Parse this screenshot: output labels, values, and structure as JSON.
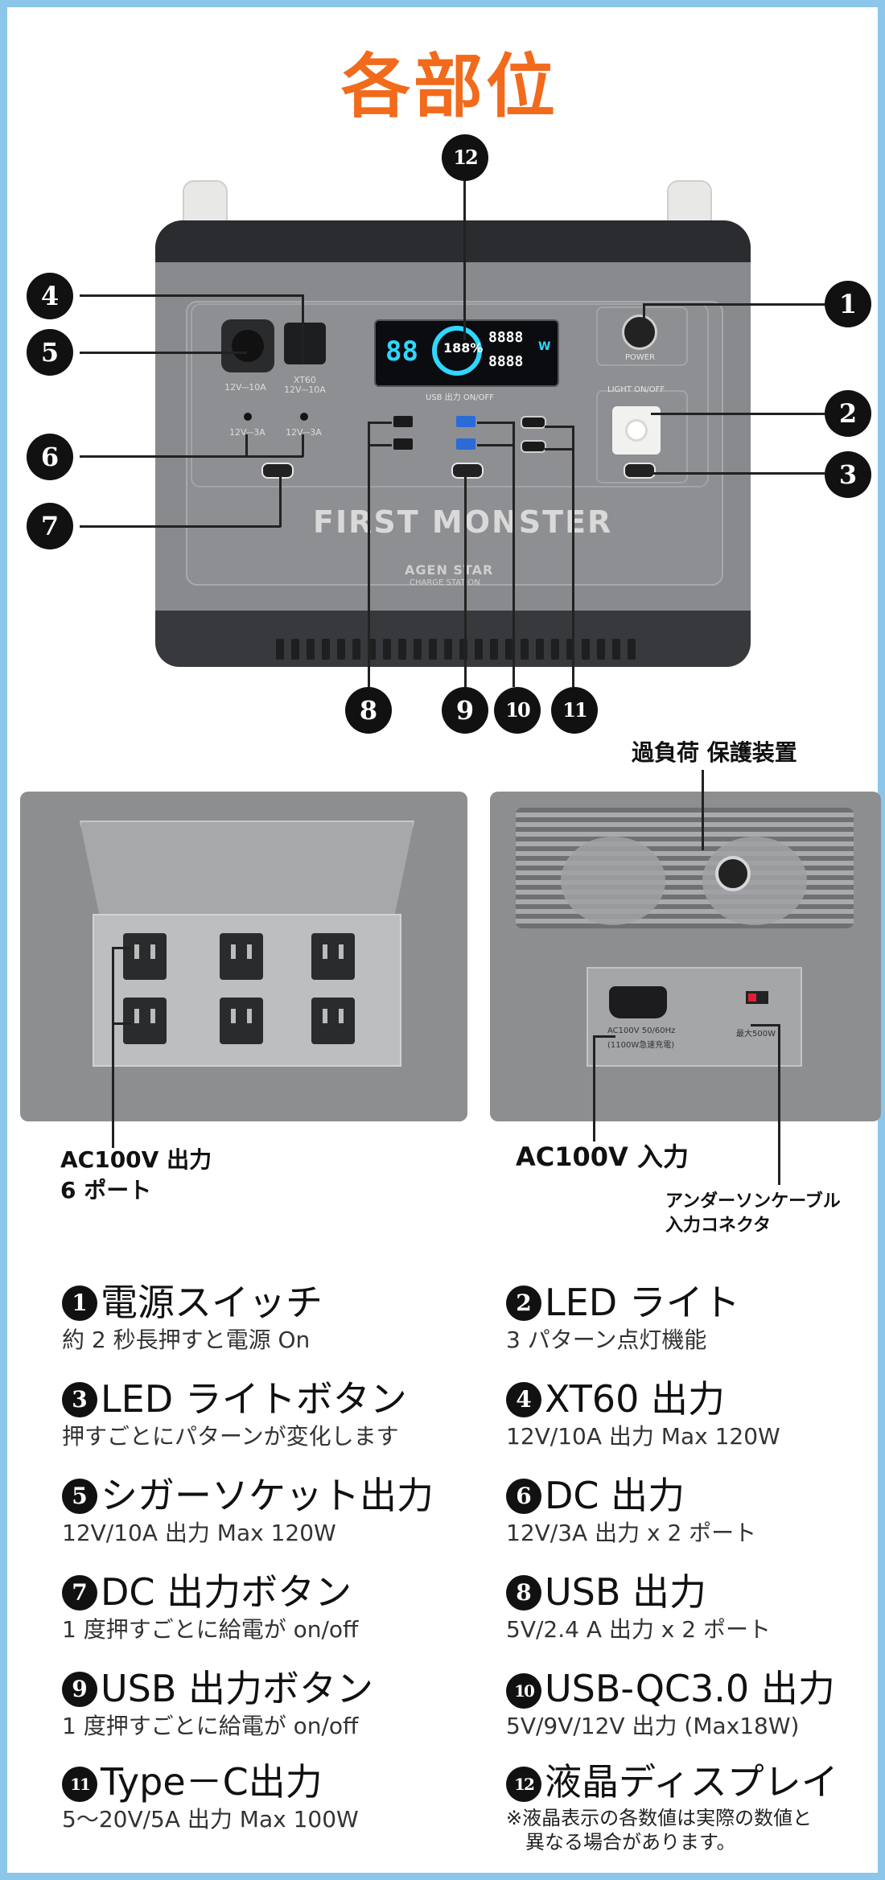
{
  "title": "各部位",
  "device": {
    "brand": "FIRST MONSTER",
    "sub_brand": "AGEN STAR",
    "sub_brand_caption": "CHARGE STATION",
    "lcd_left": "88",
    "lcd_percent": "188%",
    "lcd_top": "8888",
    "lcd_bottom": "8888",
    "lcd_unit": "W",
    "cig_label": "12V⎓10A",
    "xt60_label": "XT60\n12V⎓10A",
    "dc_left_label": "12V⎓3A",
    "dc_right_label": "12V⎓3A",
    "usb_header": "USB 出力 ON/OFF",
    "power_label": "POWER",
    "light_label": "LIGHT ON/OFF"
  },
  "markers": [
    "❶",
    "❷",
    "❸",
    "❹",
    "❺",
    "❻",
    "❼",
    "❽",
    "❾",
    "❿",
    "⓫",
    "⓬"
  ],
  "marker_text": [
    "1",
    "2",
    "3",
    "4",
    "5",
    "6",
    "7",
    "8",
    "9",
    "10",
    "11",
    "12"
  ],
  "photos": {
    "left_caption_line1": "AC100V 出力",
    "left_caption_line2": "6 ポート",
    "right_top_caption": "過負荷 保護装置",
    "right_caption": "AC100V 入力",
    "anderson_caption_line1": "アンダーソンケーブル",
    "anderson_caption_line2": "入力コネクタ",
    "ac_panel_label": "AC100V 50/60Hz",
    "ac_panel_sub": "(1100W急速充電)",
    "anderson_label": "最大500W"
  },
  "items": [
    {
      "num": "1",
      "title": "電源スイッチ",
      "desc": "約 2 秒長押すと電源 On"
    },
    {
      "num": "2",
      "title": "LED ライト",
      "desc": "3 パターン点灯機能"
    },
    {
      "num": "3",
      "title": "LED ライトボタン",
      "desc": "押すごとにパターンが変化します"
    },
    {
      "num": "4",
      "title": "XT60 出力",
      "desc": "12V/10A 出力 Max 120W"
    },
    {
      "num": "5",
      "title": "シガーソケット出力",
      "desc": "12V/10A 出力 Max 120W"
    },
    {
      "num": "6",
      "title": "DC 出力",
      "desc": "12V/3A 出力 x 2 ポート"
    },
    {
      "num": "7",
      "title": "DC 出力ボタン",
      "desc": "1 度押すごとに給電が on/off"
    },
    {
      "num": "8",
      "title": "USB 出力",
      "desc": "5V/2.4 A 出力 x 2 ポート"
    },
    {
      "num": "9",
      "title": "USB 出力ボタン",
      "desc": "1 度押すごとに給電が on/off"
    },
    {
      "num": "10",
      "title": "USB-QC3.0 出力",
      "desc": "5V/9V/12V 出力 (Max18W)"
    },
    {
      "num": "11",
      "title": "Type－C出力",
      "desc": "5〜20V/5A 出力 Max 100W"
    },
    {
      "num": "12",
      "title": "液晶ディスプレイ",
      "note": "※液晶表示の各数値は実際の数値と\n　異なる場合があります。"
    }
  ]
}
